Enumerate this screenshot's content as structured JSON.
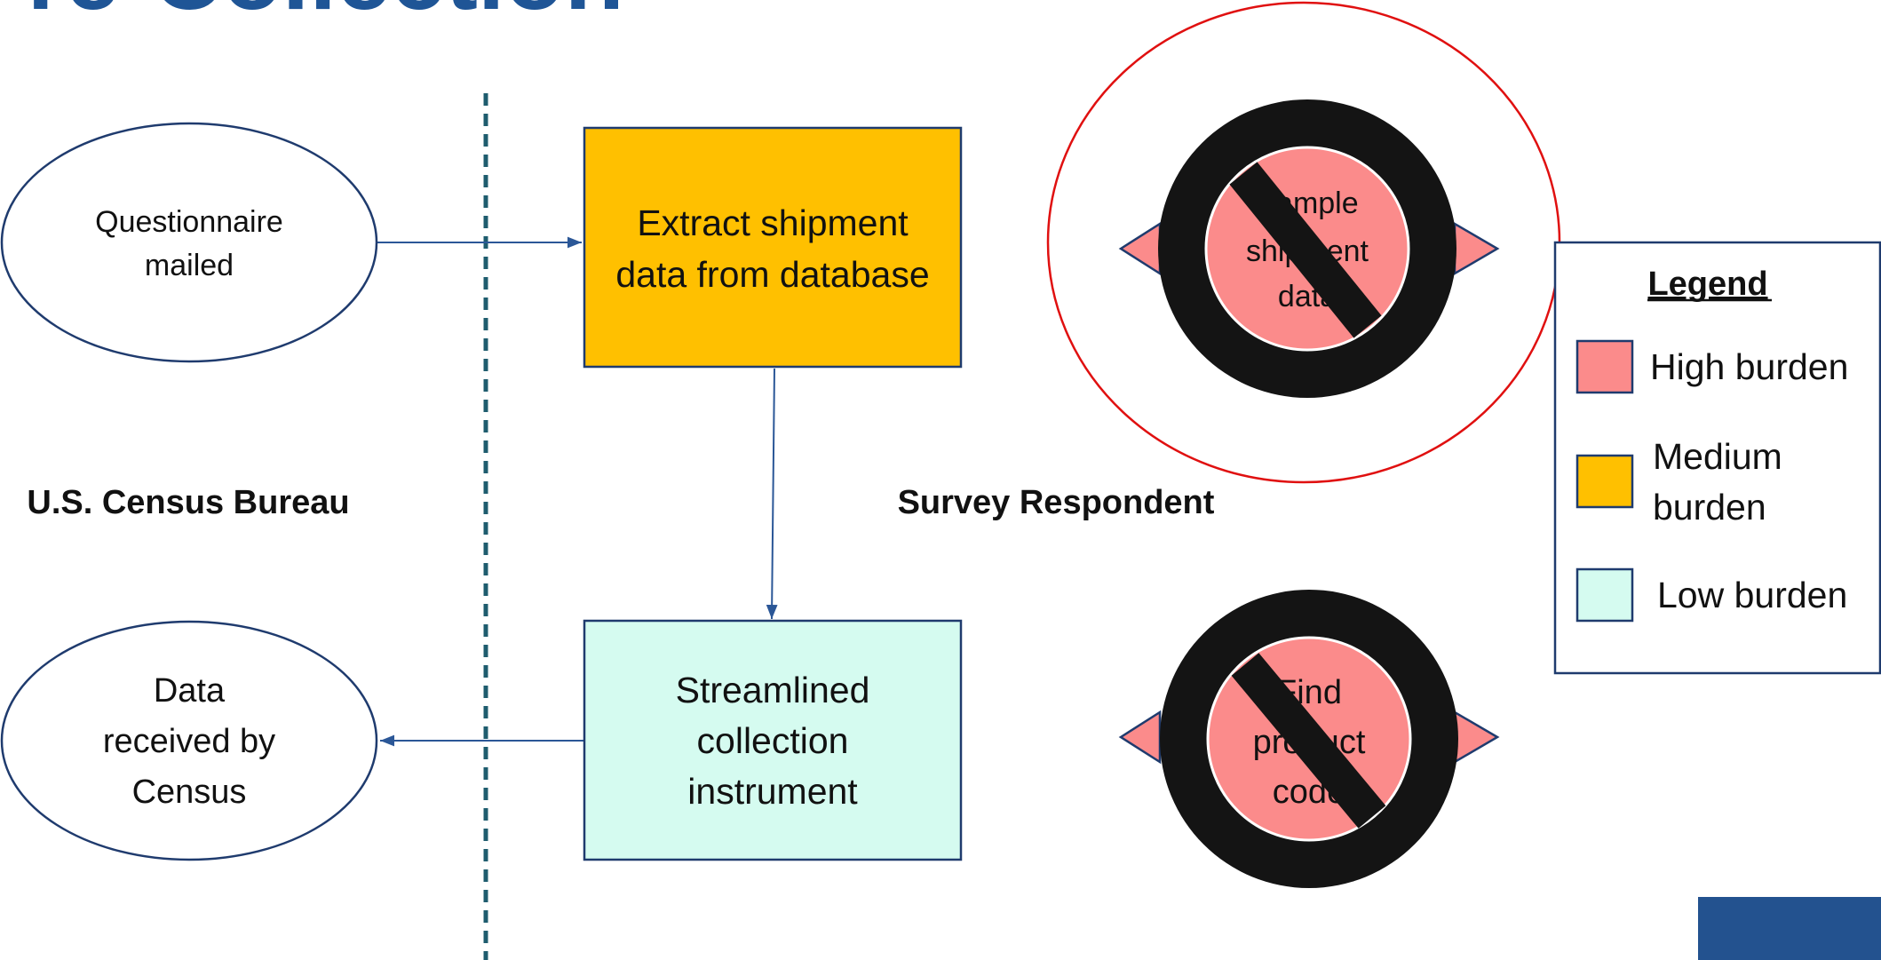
{
  "slide": {
    "title_fragment": "Pre-Collection",
    "title_color": "#1f5596"
  },
  "diagram": {
    "questionnaire": {
      "line1": "Questionnaire",
      "line2": "mailed"
    },
    "data_received": {
      "line1": "Data",
      "line2": "received by",
      "line3": "Census"
    },
    "extract": {
      "line1": "Extract shipment",
      "line2": "data from database",
      "color": "#ffc000"
    },
    "streamlined": {
      "line1": "Streamlined",
      "line2": "collection",
      "line3": "instrument",
      "color": "#d5fbf0"
    },
    "census_label": "U.S. Census Bureau",
    "respondent_label": "Survey Respondent",
    "sample_step": {
      "line1": "Sample",
      "line2": "shipment",
      "line3": "data",
      "color": "#fb8b8b"
    },
    "find_step": {
      "line1": "Find",
      "line2": "product",
      "line3": "code",
      "color": "#fb8b8b"
    },
    "prohibit_color": "#141414",
    "highlight_ring_color": "#e01010",
    "line_color": "#2b5797",
    "divider_color": "#1e5c6e"
  },
  "legend": {
    "title": "Legend",
    "items": [
      {
        "lines": [
          "High burden"
        ],
        "color": "#fb8b8b"
      },
      {
        "lines": [
          "Medium",
          "burden"
        ],
        "color": "#ffc000"
      },
      {
        "lines": [
          "Low burden"
        ],
        "color": "#d5fbf0"
      }
    ]
  },
  "corner_block_color": "#23528f"
}
